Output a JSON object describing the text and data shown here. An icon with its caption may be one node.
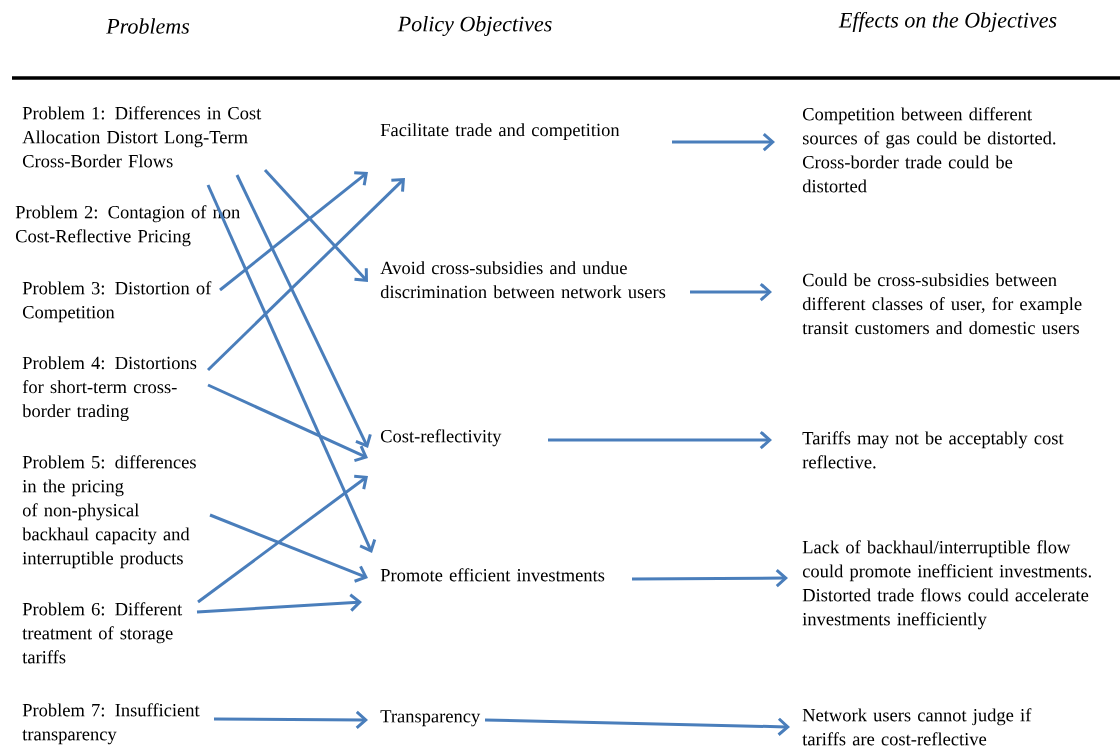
{
  "diagram": {
    "nodes": [
      {
        "text": [
          "Problem 1: Differences in Cost Allocation Distort Long-Term Cross-Border Flows"
        ]
      },
      {
        "text": [
          "Problem 2: Contagion of non Cost-Reflective Pricing"
        ]
      },
      {
        "text": [
          "Problem 3: Distortion of Competition"
        ]
      },
      {
        "text": [
          "Problem 4: Distortions for short-term cross-border trading"
        ]
      },
      {
        "text": [
          "Problem 5: differences in the pricing of non-physical backhaul capacity and interruptible products"
        ]
      },
      {
        "text": [
          "Problem 6: Different treatment of storage tariffs"
        ]
      },
      {
        "text": [
          "Problem 7: Insufficient transparency"
        ]
      },
      {
        "text": [
          "Facilitate trade and competition"
        ]
      },
      {
        "text": [
          "Avoid cross-subsidies and undue discrimination between network users"
        ]
      },
      {
        "text": [
          "Cost-reflectivity"
        ]
      },
      {
        "text": [
          "Promote efficient investments"
        ]
      },
      {
        "text": [
          "Transparency"
        ]
      },
      {
        "text": [
          "Competition between different sources of gas could be distorted. Cross-border trade could be distorted"
        ]
      },
      {
        "text": [
          "Could be cross-subsidies between different classes of user, for example transit customers and domestic users"
        ]
      },
      {
        "text": [
          "Tariffs may not be acceptably cost reflective."
        ]
      },
      {
        "text": [
          "Lack of backhaul/interruptible flow could promote inefficient investments. Distorted trade flows could accelerate investments inefficiently"
        ]
      },
      {
        "text": [
          "Network users cannot judge if tariffs are cost-reflective"
        ]
      }
    ],
    "edges": [
      {
        "from": 0,
        "to": 10,
        "arrow": "to"
      },
      {
        "from": 0,
        "to": 9,
        "arrow": "to"
      },
      {
        "from": 0,
        "to": 8,
        "arrow": "to"
      },
      {
        "from": 2,
        "to": 7,
        "arrow": "to"
      },
      {
        "from": 3,
        "to": 7,
        "arrow": "to"
      },
      {
        "from": 3,
        "to": 9,
        "arrow": "to"
      },
      {
        "from": 4,
        "to": 10,
        "arrow": "to"
      },
      {
        "from": 5,
        "to": 9,
        "arrow": "to"
      },
      {
        "from": 5,
        "to": 10,
        "arrow": "to"
      },
      {
        "from": 6,
        "to": 11,
        "arrow": "to"
      },
      {
        "from": 7,
        "to": 12,
        "arrow": "to"
      },
      {
        "from": 8,
        "to": 13,
        "arrow": "to"
      },
      {
        "from": 9,
        "to": 14,
        "arrow": "to"
      },
      {
        "from": 10,
        "to": 15,
        "arrow": "to"
      },
      {
        "from": 11,
        "to": 16,
        "arrow": "to"
      }
    ],
    "labels": [
      "Problems",
      "Policy Objectives",
      "Effects on the Objectives"
    ]
  }
}
